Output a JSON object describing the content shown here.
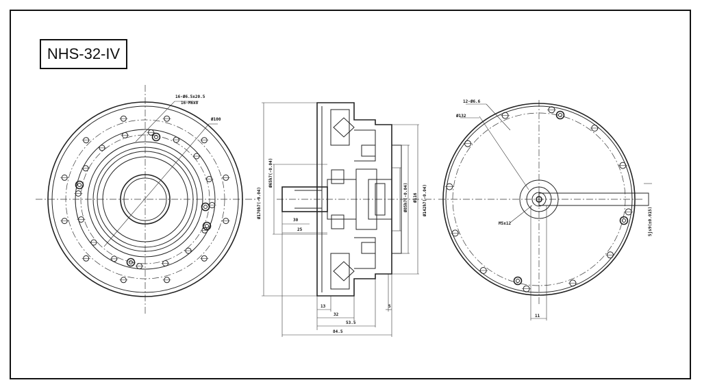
{
  "model_label": "NHS-32-IV",
  "left_view": {
    "hole_note_1": "16-Ø6.5x20.5",
    "hole_note_2": "16-M6x8",
    "dim_dia": "Ø100"
  },
  "section_view": {
    "dim_outer": "Ø170h7(-0.04)",
    "dim_shaft": "Ø65h7(-0.04)",
    "dim_hub": "Ø85h7(-0.04)",
    "dim_116": "Ø116",
    "dim_flange": "Ø142h7(-0.04)",
    "dim_30": "30",
    "dim_25": "25",
    "dim_13": "13",
    "dim_32": "32",
    "dim_53": "53.5",
    "dim_84": "84.5",
    "dim_5": "5"
  },
  "right_view": {
    "hole_note": "12-Ø6.6",
    "dim_dia": "Ø132",
    "dim_key": "M5x12",
    "dim_11": "11",
    "dim_key_w": "5js9(±0.015)"
  }
}
